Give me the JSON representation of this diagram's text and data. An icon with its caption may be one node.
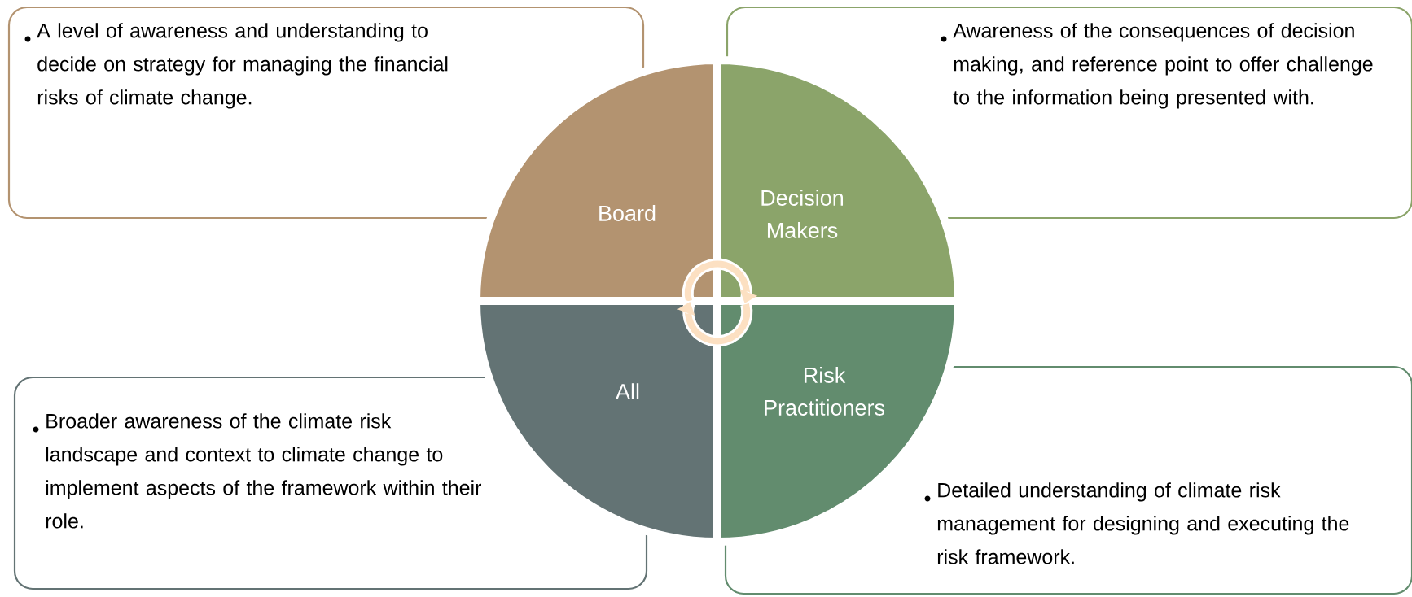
{
  "diagram": {
    "nodes": [
      {
        "text": [
          "A level of awareness and understanding to decide on strategy for managing the financial risks of climate change."
        ]
      },
      {
        "text": [
          "Board"
        ]
      },
      {
        "text": [
          "Awareness of the consequences of decision making, and reference point to offer challenge to the information being presented with."
        ]
      },
      {
        "text": [
          "Decision Makers"
        ]
      },
      {
        "text": [
          "Broader awareness of the climate risk landscape and context to climate change to implement aspects of the framework within their role."
        ]
      },
      {
        "text": [
          "All"
        ]
      },
      {
        "text": [
          "Detailed understanding of climate risk management for designing and executing the risk framework."
        ]
      },
      {
        "text": [
          "Risk Practitioners"
        ]
      }
    ]
  }
}
